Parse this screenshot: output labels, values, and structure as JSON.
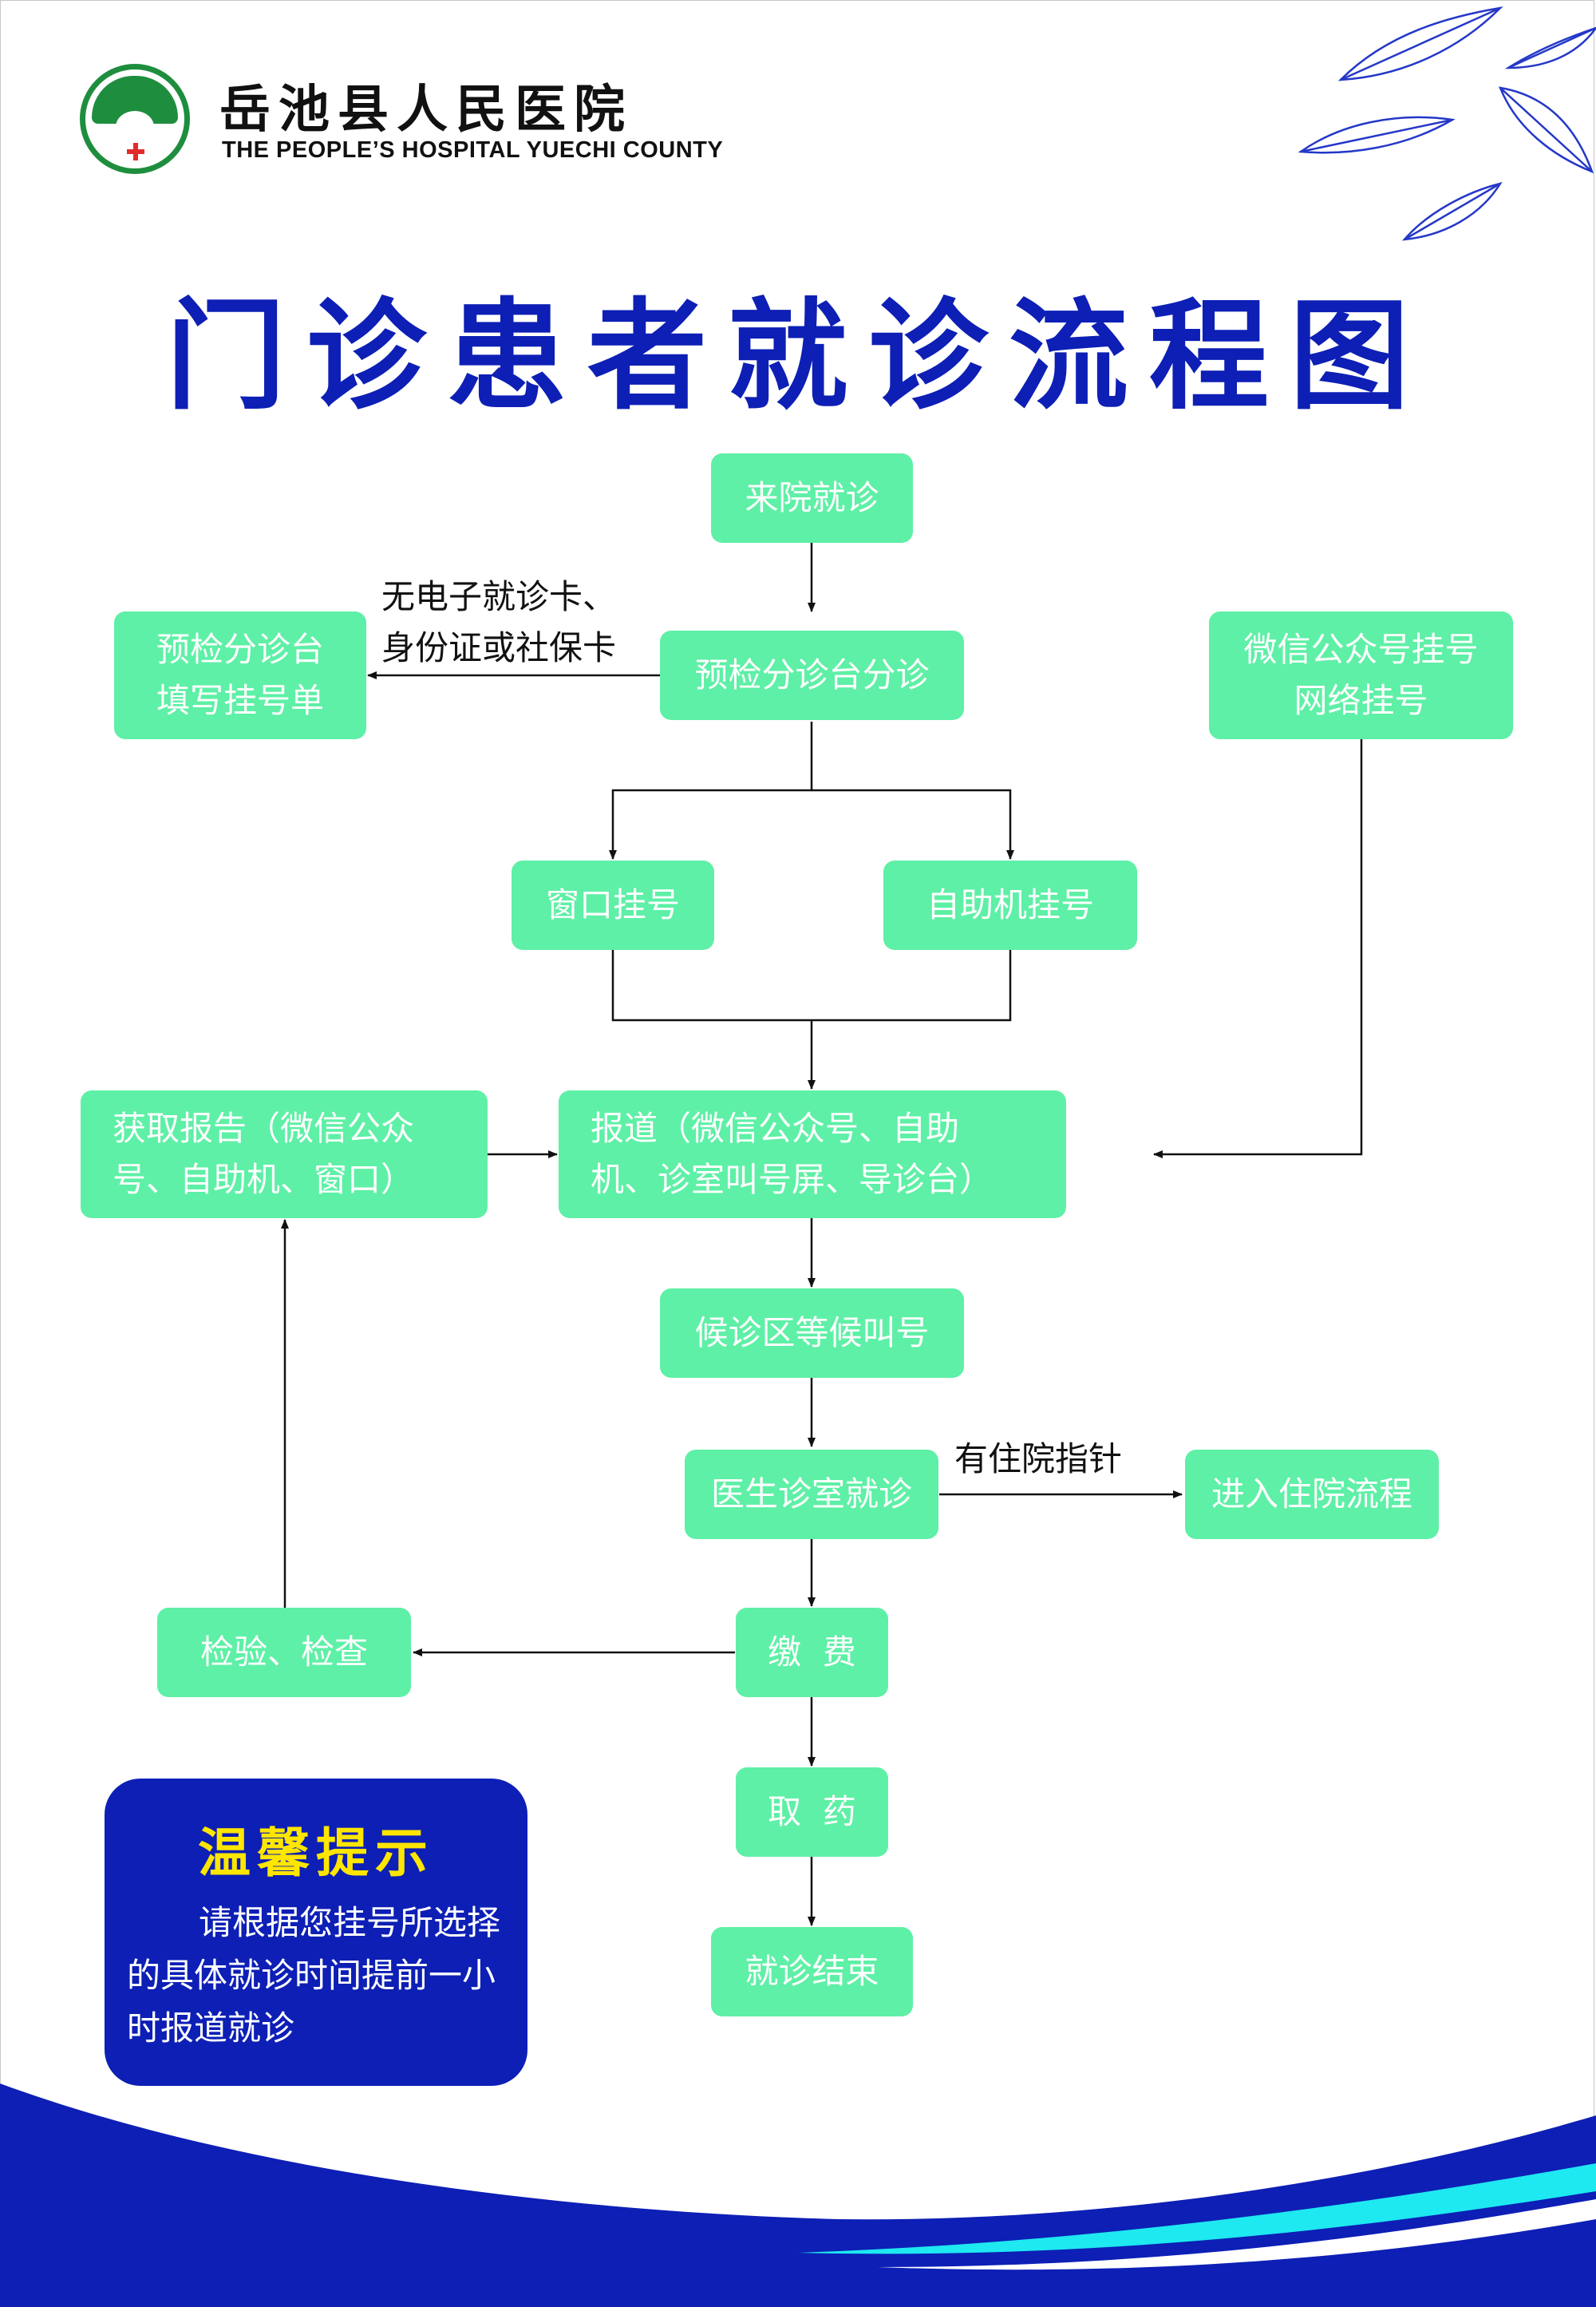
{
  "header": {
    "hospital_name_cn": "岳池县人民医院",
    "hospital_name_en": "THE PEOPLE’S HOSPITAL YUECHI COUNTY",
    "logo_text": "岳池县人民医院"
  },
  "title": "门诊患者就诊流程图",
  "flow": {
    "arrive": "来院就诊",
    "triage": "预检分诊台分诊",
    "triage_form": "预检分诊台\n填写挂号单",
    "no_card_label": "无电子就诊卡、\n身份证或社保卡",
    "online_reg": "微信公众号挂号\n网络挂号",
    "window_reg": "窗口挂号",
    "kiosk_reg": "自助机挂号",
    "check_in": "报道（微信公众号、自助\n机、诊室叫号屏、导诊台）",
    "get_report": "获取报告（微信公众\n号、自助机、窗口）",
    "waiting": "候诊区等候叫号",
    "doctor_visit": "医生诊室就诊",
    "admission_label": "有住院指针",
    "admission": "进入住院流程",
    "payment": "缴  费",
    "tests": "检验、检查",
    "pharmacy": "取  药",
    "end": "就诊结束"
  },
  "tip": {
    "title": "温馨提示",
    "body": "请根据您挂号所选择的具体就诊时间提前一小时报道就诊"
  },
  "colors": {
    "title_blue": "#0d1fb5",
    "node_green": "#5ef0a6",
    "tip_yellow": "#ffe600",
    "logo_green": "#1e8e3e",
    "wave_cyan": "#1ee8f0"
  }
}
